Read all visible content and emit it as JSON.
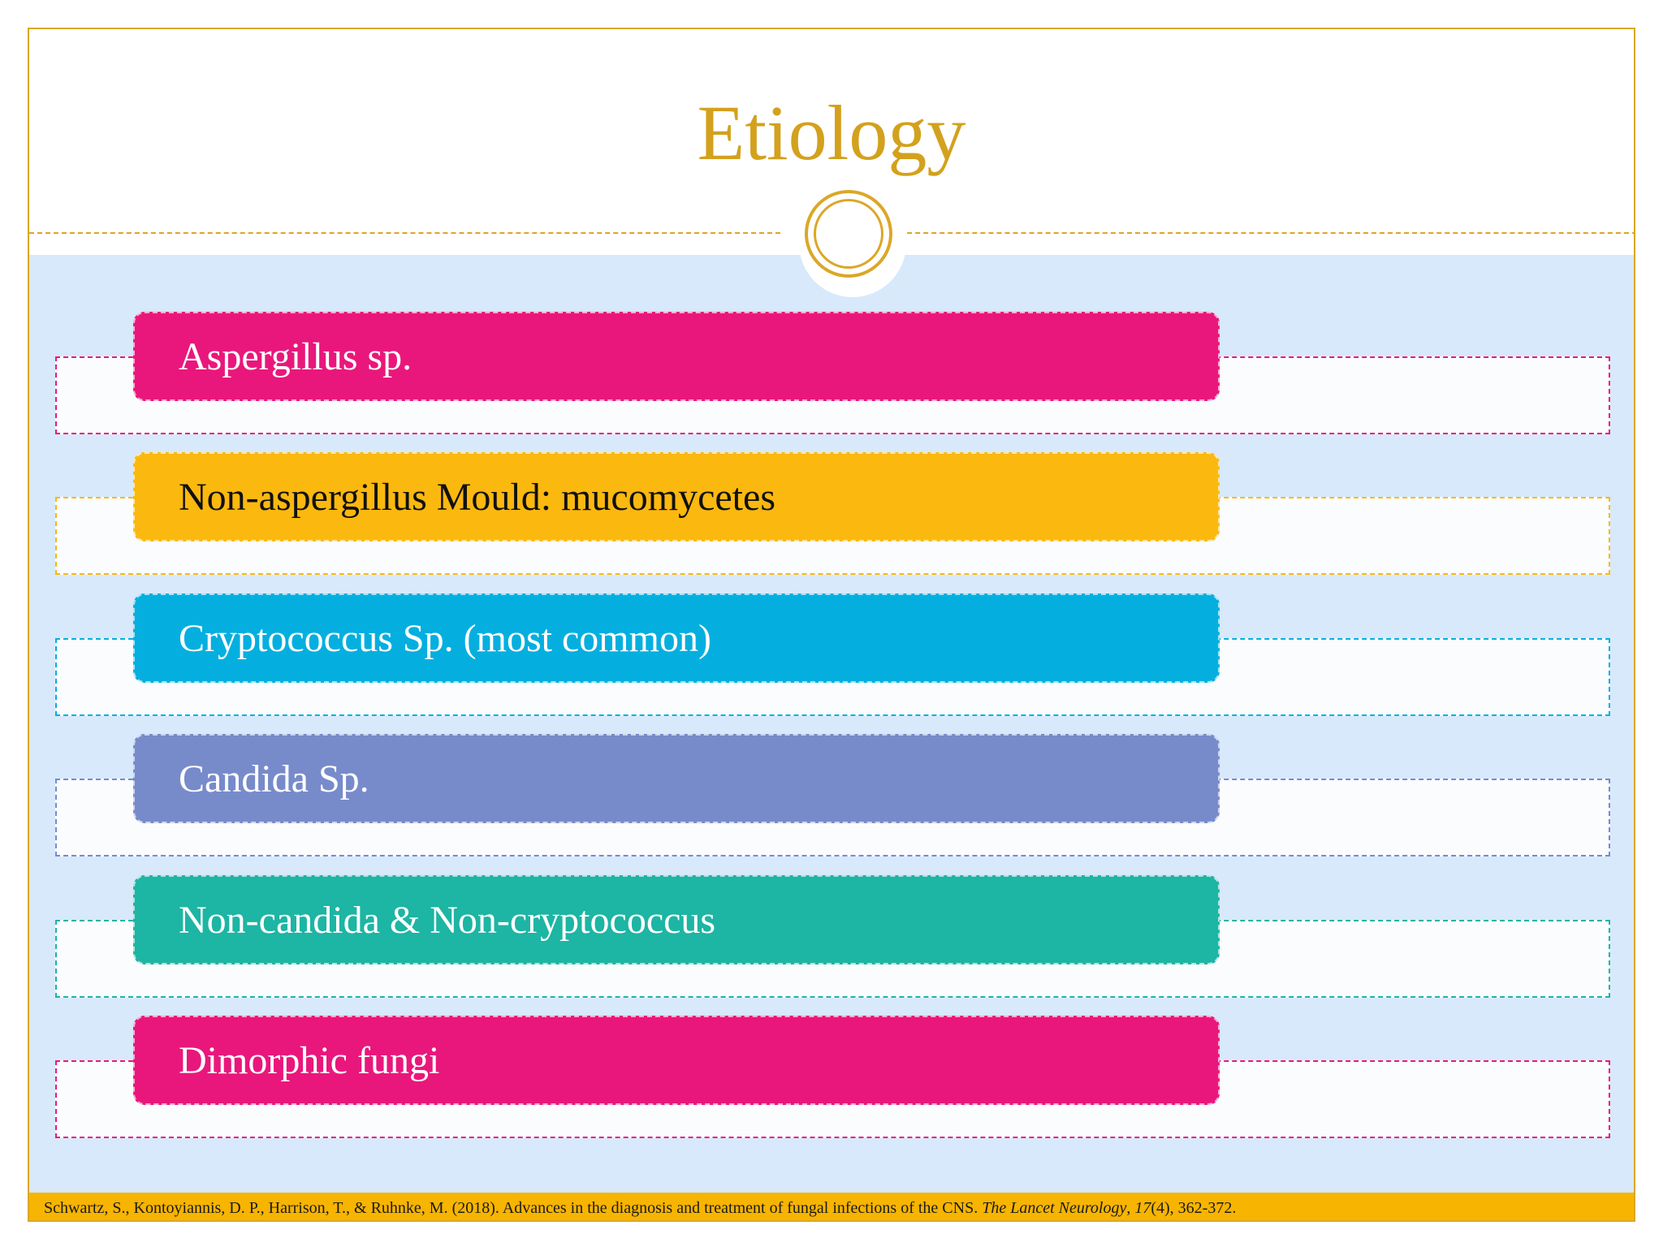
{
  "slide": {
    "title": "Etiology",
    "accent_color": "#dba727",
    "content_background": "#d7e9fb",
    "emblem_icon": "double-ring-icon"
  },
  "items": [
    {
      "label": "Aspergillus sp.",
      "color": "#e9177c",
      "text_color": "#ffffff"
    },
    {
      "label": "Non-aspergillus Mould: mucomycetes",
      "color": "#fbb80f",
      "text_color": "#111111"
    },
    {
      "label": "Cryptococcus Sp. (most common)",
      "color": "#04afdf",
      "text_color": "#ffffff"
    },
    {
      "label": "Candida Sp.",
      "color": "#778bcb",
      "text_color": "#ffffff"
    },
    {
      "label": "Non-candida & Non-cryptococcus",
      "color": "#1db5a3",
      "text_color": "#ffffff"
    },
    {
      "label": "Dimorphic fungi",
      "color": "#e9177c",
      "text_color": "#ffffff"
    }
  ],
  "footer": {
    "background": "#f7b400",
    "citation_prefix": "Schwartz, S., Kontoyiannis, D. P., Harrison, T., & Ruhnke, M. (2018). Advances in the diagnosis and treatment of fungal infections of the CNS. ",
    "journal": "The Lancet Neurology",
    "citation_mid": ", ",
    "volume": "17",
    "citation_suffix": "(4), 362-372."
  }
}
